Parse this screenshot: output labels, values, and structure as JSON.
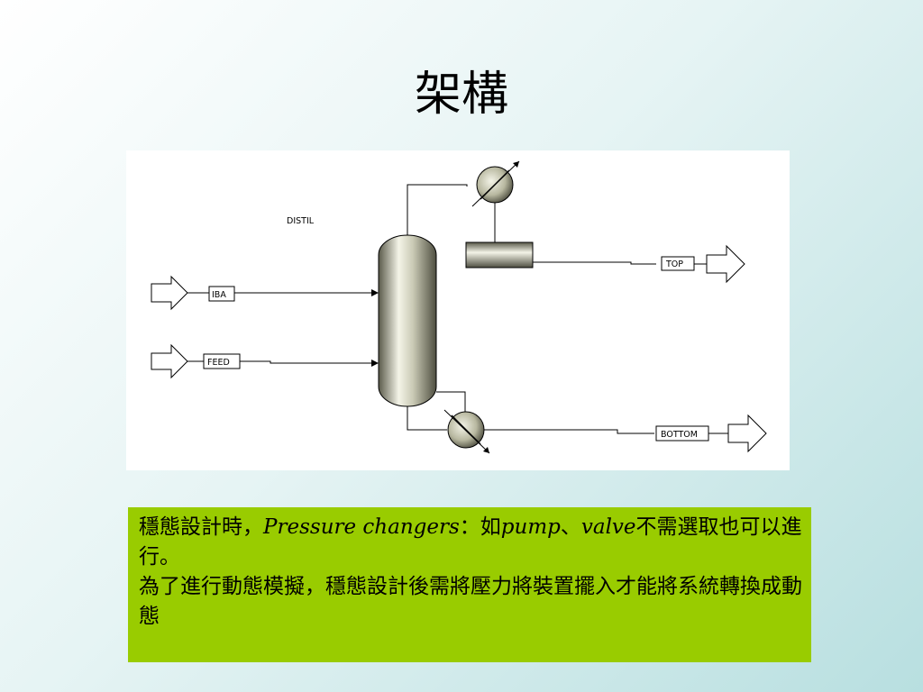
{
  "slide": {
    "title": "架構"
  },
  "diagram": {
    "column_label": "DISTIL",
    "streams": {
      "iba": "IBA",
      "feed": "FEED",
      "top": "TOP",
      "bottom": "BOTTOM"
    }
  },
  "note": {
    "line1_prefix": "穩態設計時，",
    "line1_term": "Pressure changers",
    "line1_colon": "：如",
    "line1_pump": "pump",
    "line1_sep": "、",
    "line1_valve": "valve",
    "line1_suffix": "不需選取也可以進行。",
    "line2": "為了進行動態模擬，穩態設計後需將壓力將裝置擺入才能將系統轉換成動態"
  },
  "colors": {
    "note_background": "#99cc00",
    "diagram_background": "#ffffff"
  }
}
